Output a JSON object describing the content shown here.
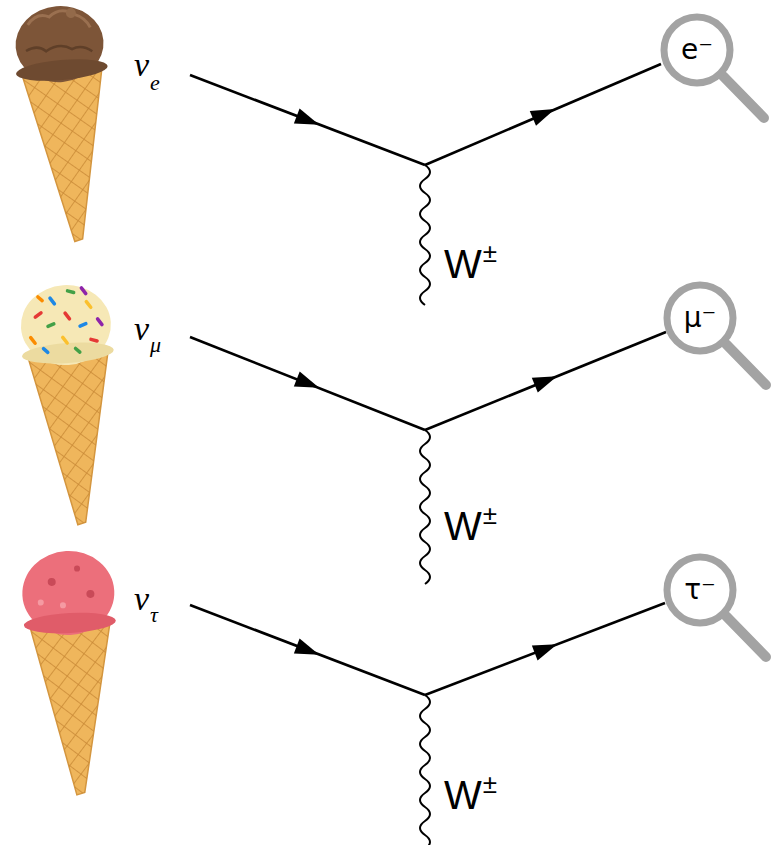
{
  "diagram": {
    "nodes": [
      {
        "text": [
          "e⁻"
        ]
      },
      {
        "text": [
          "μ⁻"
        ]
      },
      {
        "text": [
          "τ⁻"
        ]
      }
    ],
    "labels": [
      "ν",
      "e",
      "W",
      "±",
      "ν",
      "μ",
      "W",
      "±",
      "ν",
      "τ",
      "W",
      "±"
    ]
  }
}
